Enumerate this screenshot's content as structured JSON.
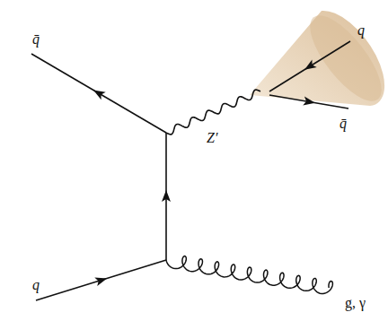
{
  "diagram": {
    "labels": [
      "q̄",
      "q",
      "Z′",
      "q̄",
      "q",
      "g, γ"
    ]
  }
}
